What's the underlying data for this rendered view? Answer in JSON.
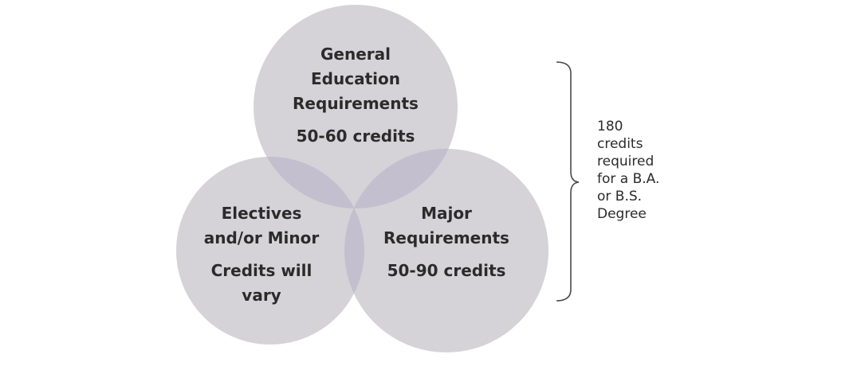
{
  "colors": {
    "circle": "#d5d3d7",
    "overlap": "#c3bfcf",
    "text": "#2b2b2b",
    "brace": "#4a4a4a"
  },
  "circles": {
    "top": {
      "title_lines": [
        "General",
        "Education",
        "Requirements"
      ],
      "credits_lines": [
        "50-60 credits"
      ]
    },
    "left": {
      "title_lines": [
        "Electives",
        "and/or Minor"
      ],
      "credits_lines": [
        "Credits will",
        "vary"
      ]
    },
    "right": {
      "title_lines": [
        "Major",
        "Requirements"
      ],
      "credits_lines": [
        "50-90 credits"
      ]
    }
  },
  "side_note": {
    "lines": [
      "180",
      "credits",
      "required",
      "for a B.A.",
      "or B.S.",
      "Degree"
    ]
  }
}
